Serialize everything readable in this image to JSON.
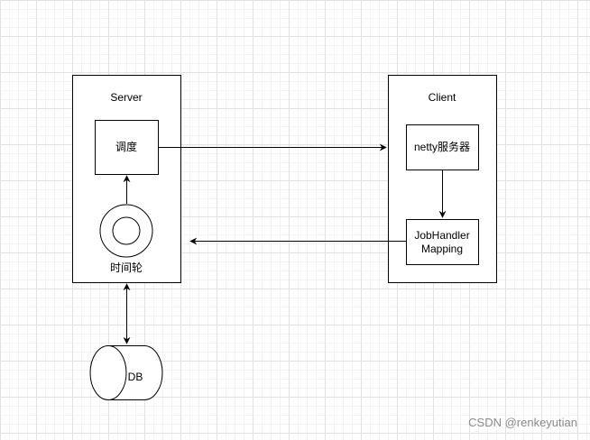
{
  "nodes": {
    "server": "Server",
    "scheduler": "调度",
    "time_wheel": "时间轮",
    "client": "Client",
    "netty_server": "netty服务器",
    "job_handler_mapping": "JobHandler\nMapping",
    "database": "DB"
  },
  "edges": [
    {
      "from": "scheduler",
      "to": "netty_server"
    },
    {
      "from": "netty_server",
      "to": "job_handler_mapping"
    },
    {
      "from": "job_handler_mapping",
      "to": "server"
    },
    {
      "from": "time_wheel",
      "to": "scheduler"
    },
    {
      "from": "server",
      "to": "database",
      "bidirectional": true
    }
  ],
  "watermark": "CSDN @renkeyutian"
}
